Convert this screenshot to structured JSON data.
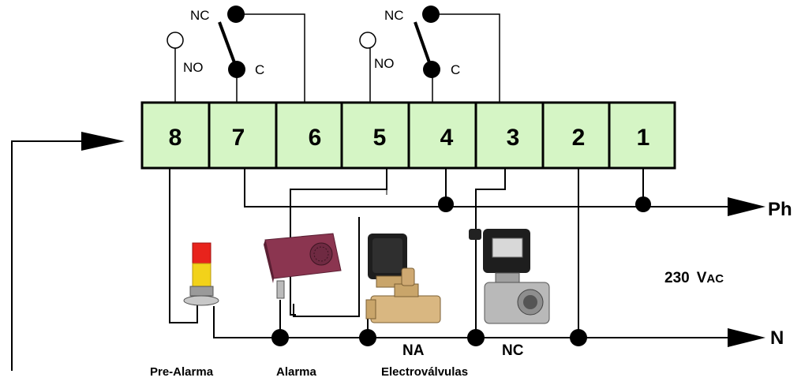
{
  "terminals": [
    "8",
    "7",
    "6",
    "5",
    "4",
    "3",
    "2",
    "1"
  ],
  "relay_1": {
    "nc": "NC",
    "no": "NO",
    "c": "C"
  },
  "relay_2": {
    "nc": "NC",
    "no": "NO",
    "c": "C"
  },
  "lines": {
    "phase": "Ph",
    "neutral": "N"
  },
  "supply": {
    "num": "230",
    "unit_v": "V",
    "unit_ac": "AC"
  },
  "valve_types": {
    "na": "NA",
    "nc": "NC"
  },
  "captions": {
    "pre_alarm": "Pre-Alarma",
    "alarm": "Alarma",
    "valves": "Electroválvulas"
  },
  "colors": {
    "terminal_fill": "#d5f5c5",
    "wire": "#000000",
    "beacon_red": "#e8231c",
    "beacon_yellow": "#f2d21a",
    "siren_body": "#8b3550"
  }
}
